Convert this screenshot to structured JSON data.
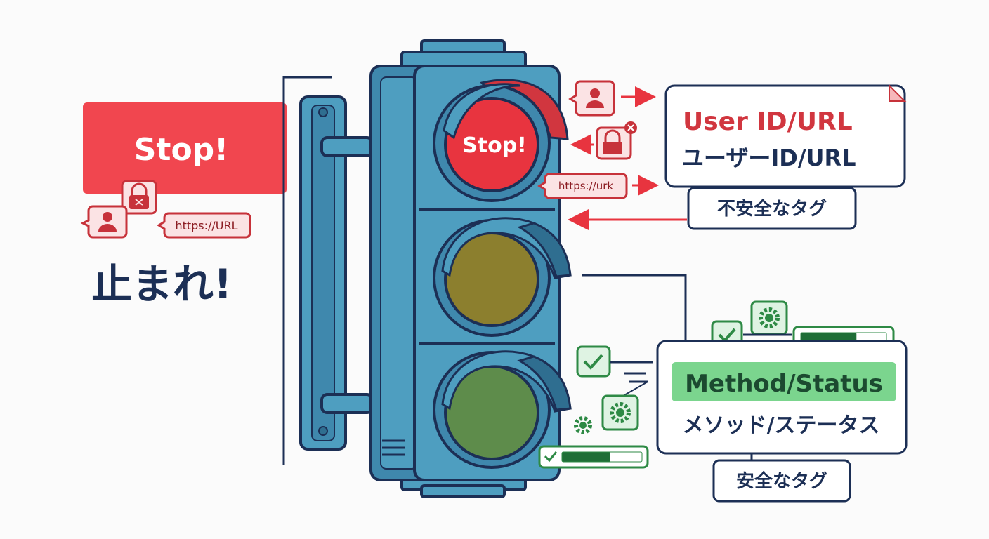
{
  "left_panel": {
    "stop_banner": "Stop!",
    "url_chip": "https://URL",
    "jp_stop": "止まれ!"
  },
  "traffic_light": {
    "red_label": "Stop!"
  },
  "unsafe_side": {
    "url_chip": "https://urk",
    "title_en": "User ID/URL",
    "title_jp": "ユーザーID/URL",
    "tag_label": "不安全なタグ"
  },
  "safe_side": {
    "title_en": "Method/Status",
    "title_jp": "メソッド/ステータス",
    "tag_label": "安全なタグ",
    "progress_top": 0.65,
    "progress_bottom": 0.6
  },
  "colors": {
    "red": "#e8343f",
    "navy": "#1c2f55",
    "green": "#3aa053",
    "green_light": "#7bd58e",
    "light_body": "#4e9ec0",
    "light_dark": "#2f6e90",
    "amber": "#8c7f2e",
    "lens_green": "#5e8c4b"
  },
  "icons": [
    "user-icon",
    "lock-icon",
    "check-icon",
    "gear-icon",
    "arrow-icon"
  ]
}
